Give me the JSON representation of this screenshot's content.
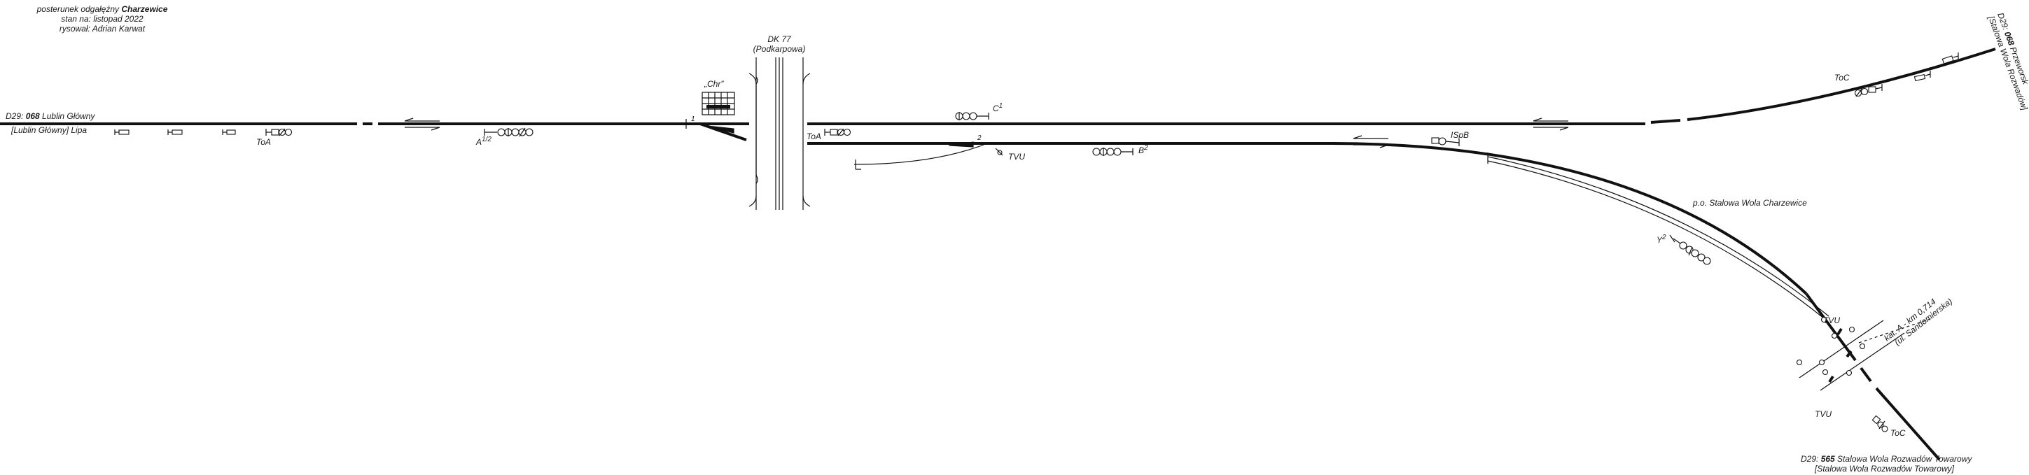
{
  "header": {
    "line1_prefix": "posterunek odgałęźny ",
    "line1_name": "Charzewice",
    "line2": "stan na: listopad 2022",
    "line3": "rysował: Adrian Karwat"
  },
  "directions": {
    "west": {
      "prefix": "D29: ",
      "code": "068",
      "name": " Lublin Główny",
      "sub": "[Lublin Główny] Lipa"
    },
    "northeast": {
      "prefix": "D29: ",
      "code": "068",
      "name": " Przeworsk",
      "sub": "[Stalowa Wola Rozwadów]"
    },
    "south": {
      "prefix": "D29: ",
      "code": "565",
      "name": " Stalowa Wola Rozwadów Towarowy",
      "sub": "[Stalowa Wola Rozwadów Towarowy]"
    }
  },
  "road": {
    "name": "DK 77",
    "sub": "(Podkarpowa)"
  },
  "post_label": "p.o. Stalowa Wola Charzewice",
  "interlocking_label": "„Chr”",
  "crossing": {
    "line1": "kat. A - km 0,714",
    "line2": "(ul. Sandomierska)"
  },
  "labels": {
    "toa_left": "ToA",
    "toa_center": "ToA",
    "toc_top": "ToC",
    "toc_bottom": "ToC",
    "sig_a": "A",
    "sig_a_sup": "1/2",
    "sig_b": "B",
    "sig_b_sup": "2",
    "sig_c": "C",
    "sig_c_sup": "1",
    "sig_y": "Y",
    "sig_y_sup": "2",
    "sig_ispb": "ISpB",
    "tvu_center": "TVU",
    "tvu_right_top": "TVU",
    "tvu_right_bottom": "TVU",
    "switch_1": "1",
    "switch_2": "2"
  }
}
